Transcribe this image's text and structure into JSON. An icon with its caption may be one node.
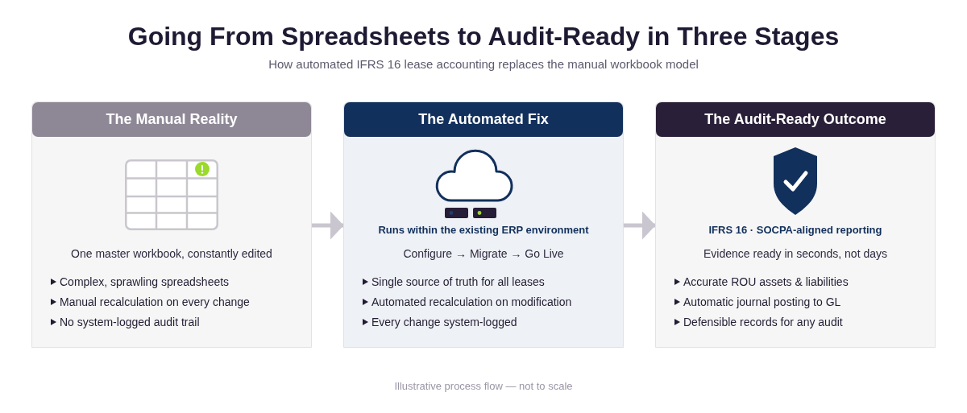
{
  "diagram": {
    "title": "Going From Spreadsheets to Audit-Ready in Three Stages",
    "caption": "Illustrative process flow — not to scale",
    "nodes": [
      {
        "text": [
          "The Manual Reality",
          "One master workbook, constantly edited",
          "Complex, sprawling spreadsheets",
          "Manual recalculation on every change",
          "No system-logged audit trail"
        ]
      },
      {
        "text": [
          "The Automated Fix",
          "Runs within the existing ERP environment",
          "Configure → Migrate → Go Live",
          "Single source of truth for all leases",
          "Automated recalculation on modification",
          "Every change system-logged"
        ]
      },
      {
        "text": [
          "The Audit-Ready Outcome",
          "IFRS 16 · SOCPA-aligned reporting",
          "Evidence ready in seconds, not days",
          "Accurate ROU assets & liabilities",
          "Automatic journal posting to GL",
          "Defensible records for any audit"
        ]
      }
    ],
    "edges": [
      {
        "from": 0,
        "to": 1,
        "arrow": "to"
      },
      {
        "from": 1,
        "to": 2,
        "arrow": "to"
      }
    ],
    "labels": [
      "How automated IFRS 16 lease accounting replaces the manual workbook model"
    ]
  }
}
